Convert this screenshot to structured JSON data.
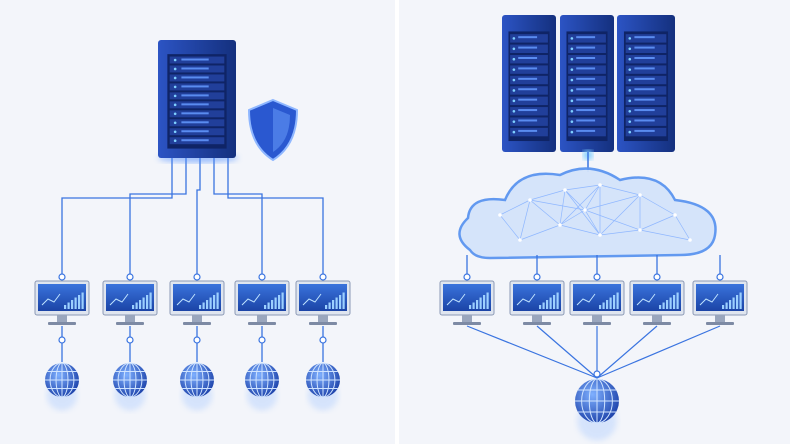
{
  "colors": {
    "background": "#f4f6fb",
    "server_body": "#1e3f9e",
    "server_dark": "#0f2466",
    "accent_glow": "#4d8dff",
    "line": "#3a74e0",
    "screen": "#2a5fc8",
    "cloud_fill": "#d4e4fb",
    "cloud_edge": "#5b95f0"
  },
  "panels": [
    {
      "name": "on-premise-network",
      "servers": 1,
      "has_shield": true,
      "workstations": 5,
      "globes": 5
    },
    {
      "name": "cloud-network",
      "servers": 3,
      "has_cloud": true,
      "workstations": 5,
      "globes": 1
    }
  ],
  "icons": [
    "server-rack-icon",
    "shield-icon",
    "cloud-icon",
    "monitor-icon",
    "globe-icon"
  ]
}
